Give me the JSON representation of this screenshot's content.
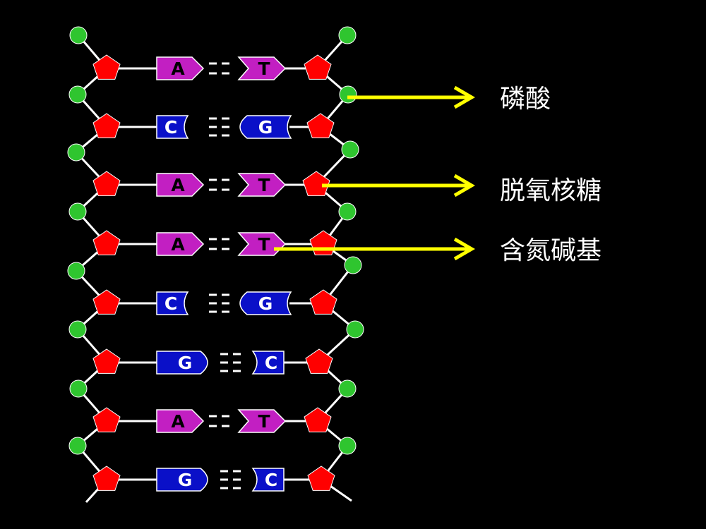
{
  "labels": {
    "phosphate": "磷酸",
    "sugar": "脱氧核糖",
    "base": "含氮碱基"
  },
  "pairs": [
    {
      "left": "A",
      "right": "T",
      "bonds": 2
    },
    {
      "left": "C",
      "right": "G",
      "bonds": 3
    },
    {
      "left": "A",
      "right": "T",
      "bonds": 2
    },
    {
      "left": "A",
      "right": "T",
      "bonds": 2
    },
    {
      "left": "C",
      "right": "G",
      "bonds": 3
    },
    {
      "left": "G",
      "right": "C",
      "bonds": 3
    },
    {
      "left": "A",
      "right": "T",
      "bonds": 2
    },
    {
      "left": "G",
      "right": "C",
      "bonds": 3
    }
  ],
  "colors": {
    "background": "#000000",
    "phosphate": "#2fc52f",
    "sugar": "#ff0000",
    "adenine_thymine": "#c21fc2",
    "cytosine_guanine": "#0a10c8",
    "arrow": "#ffff00",
    "backbone": "#ffffff"
  },
  "icons": {
    "phosphate": "green-circle",
    "sugar": "red-pentagon",
    "base": "arrow-tag-shape"
  }
}
